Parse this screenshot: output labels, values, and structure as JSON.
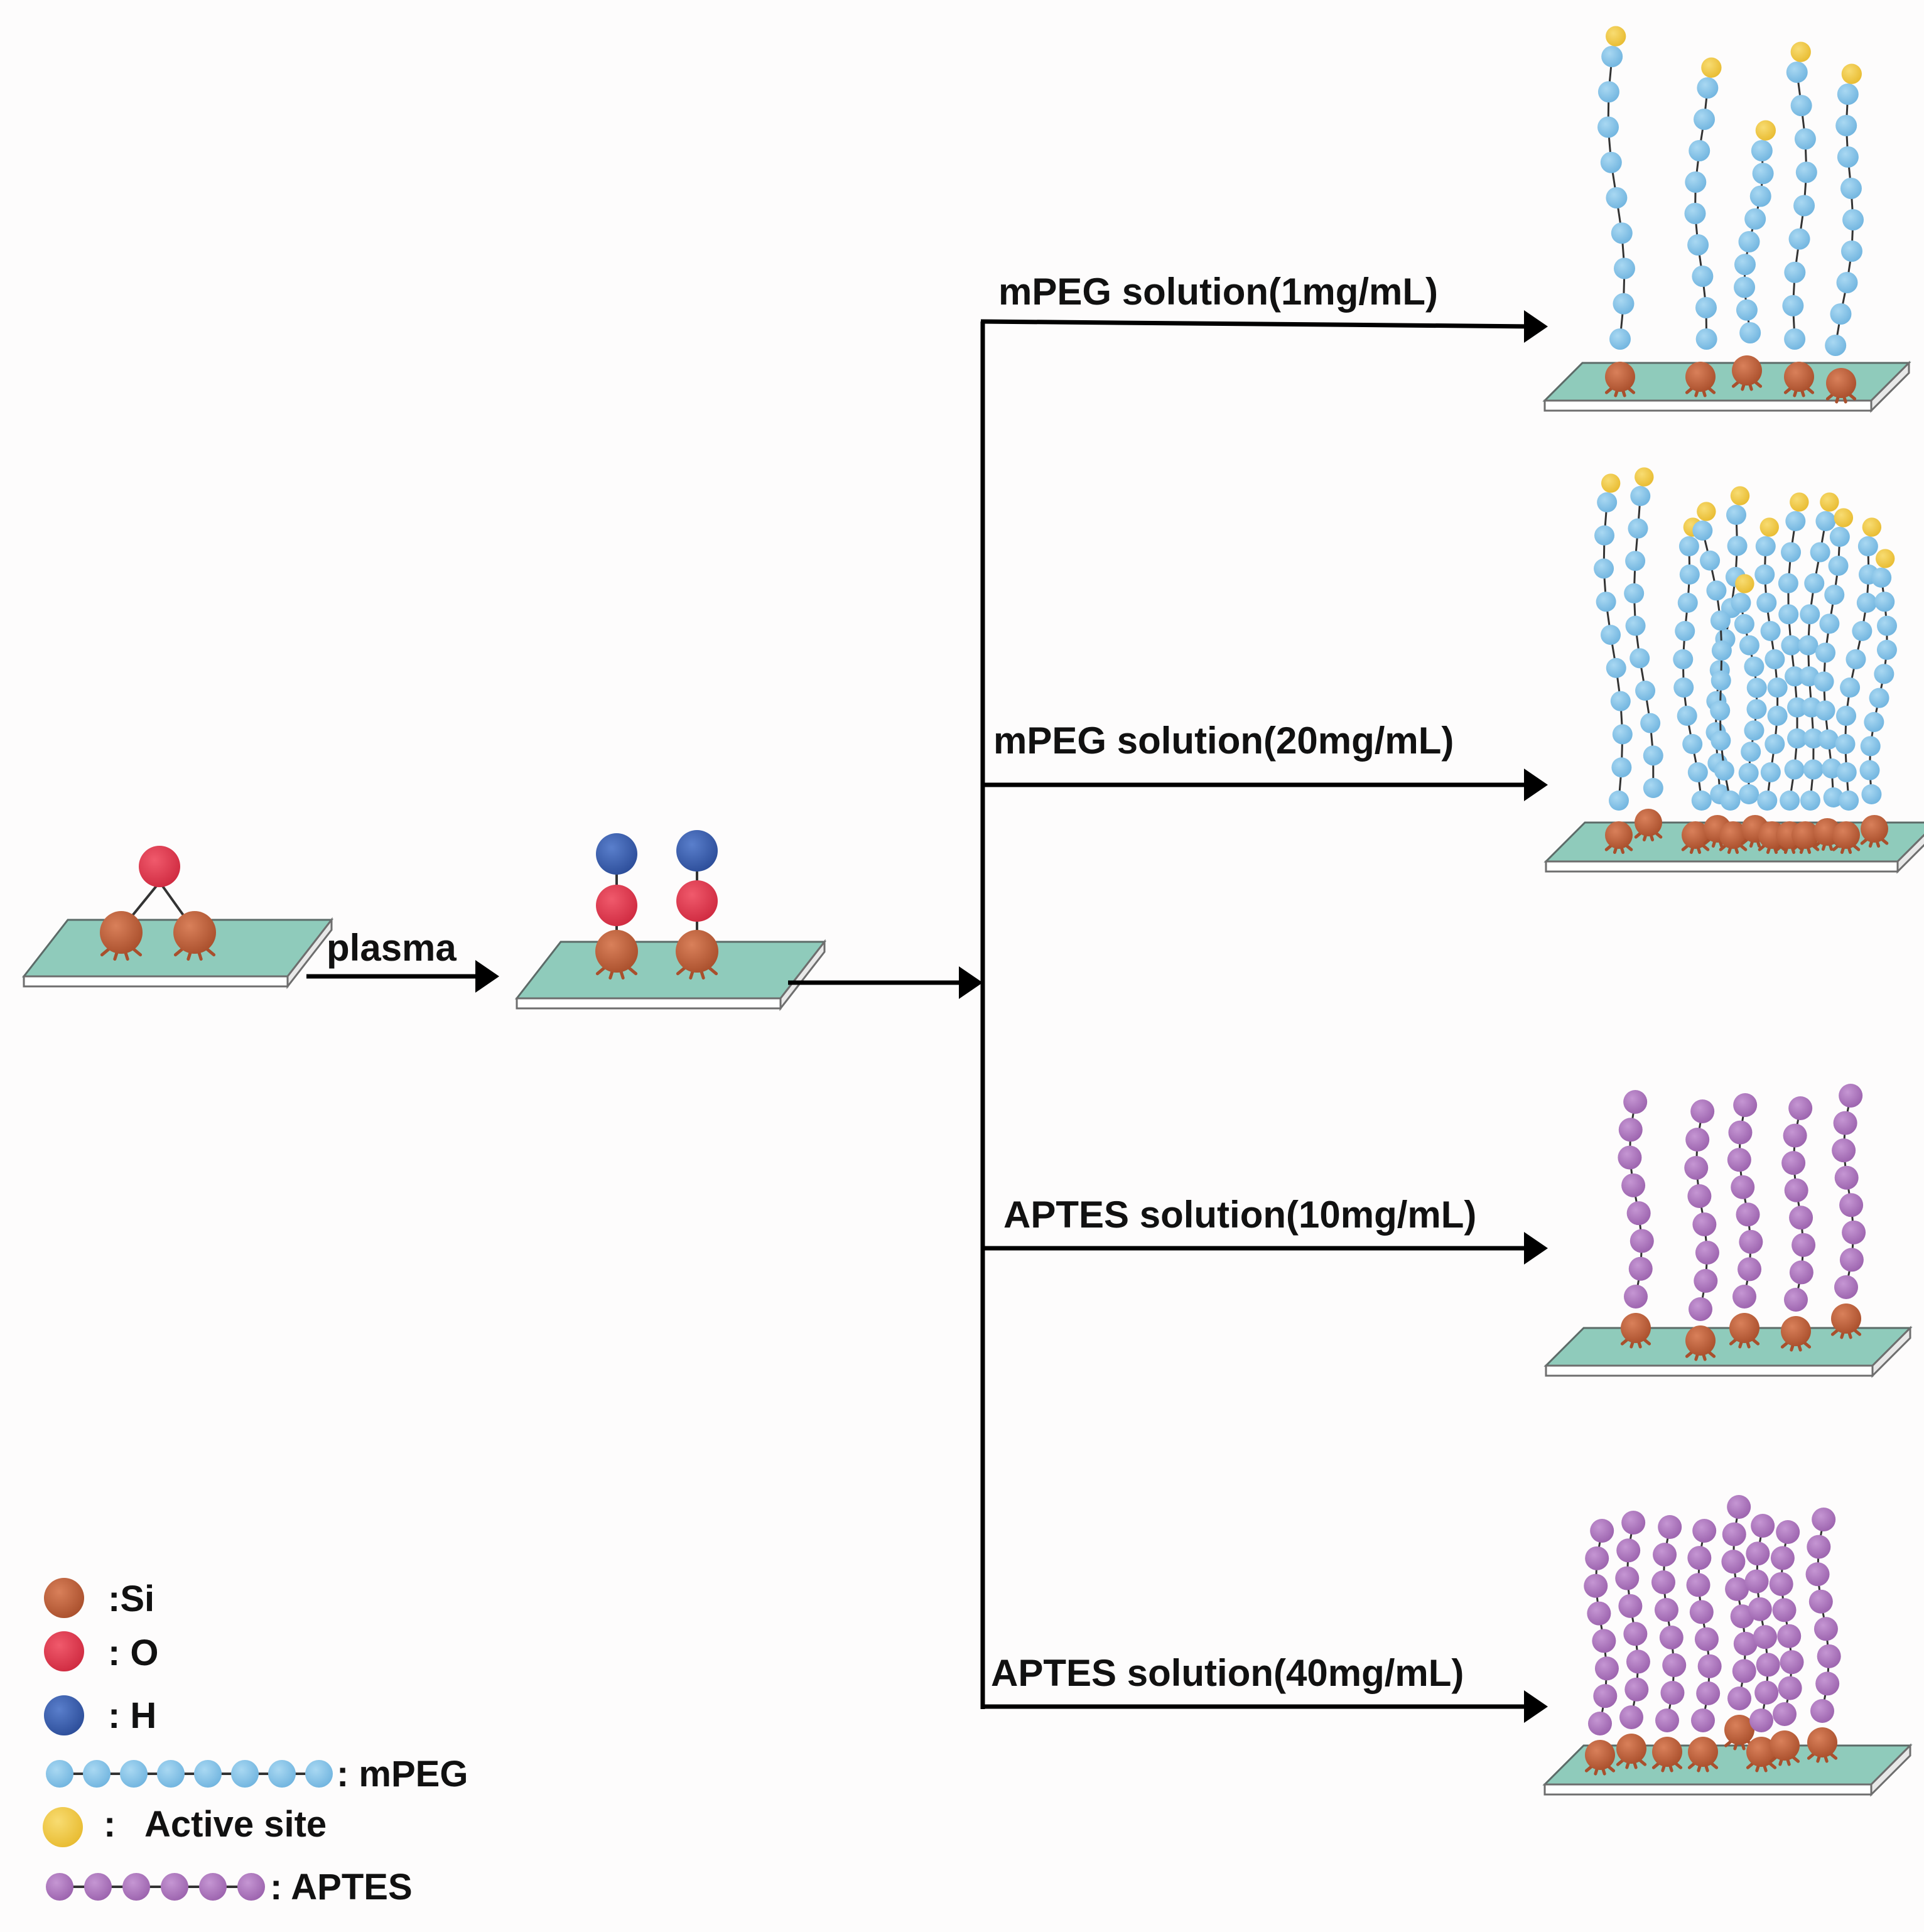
{
  "colors": {
    "si": "#c0653f",
    "o": "#e03c51",
    "h": "#3d62b3",
    "mpeg": "#8ec9ea",
    "active_site": "#f2cd4f",
    "aptes": "#b37bc2",
    "substrate_top": "#8fcbbb",
    "arrow": "#000000"
  },
  "steps": {
    "plasma": "plasma"
  },
  "branches": [
    {
      "label": "mPEG solution(1mg/mL)",
      "reagent": "mPEG",
      "density": "sparse"
    },
    {
      "label": "mPEG solution(20mg/mL)",
      "reagent": "mPEG",
      "density": "dense"
    },
    {
      "label": "APTES solution(10mg/mL)",
      "reagent": "APTES",
      "density": "sparse"
    },
    {
      "label": "APTES solution(40mg/mL)",
      "reagent": "APTES",
      "density": "dense"
    }
  ],
  "legend": {
    "si": ":Si",
    "o": ": O",
    "h": ": H",
    "mpeg": ": mPEG",
    "active_site_colon": ":",
    "active_site": "Active site",
    "aptes": ":  APTES"
  }
}
